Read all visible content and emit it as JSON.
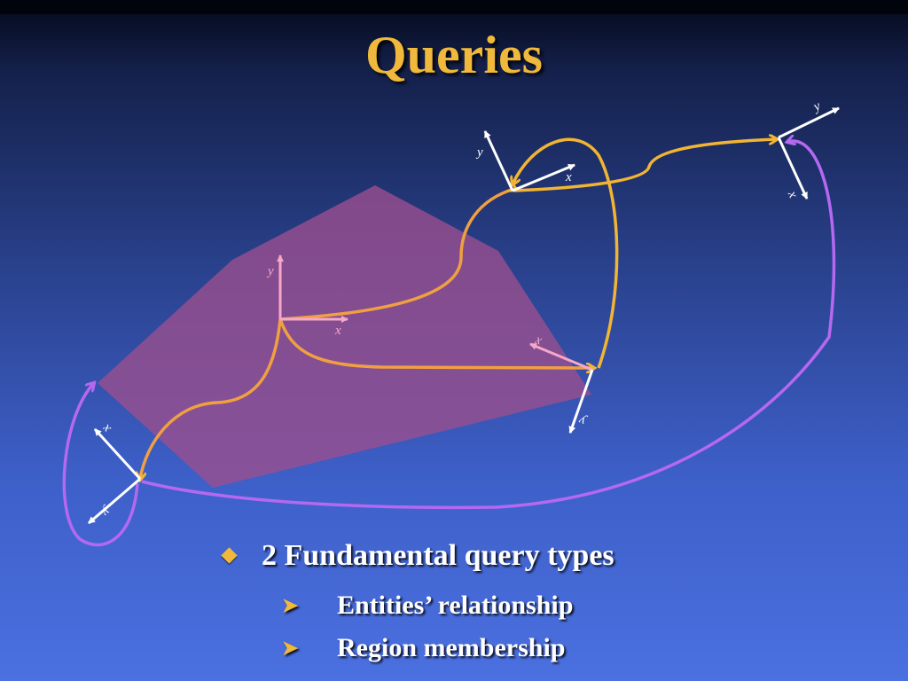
{
  "slide": {
    "title": "Queries"
  },
  "diagram": {
    "axis_labels": {
      "x": "x",
      "y": "y"
    },
    "colors": {
      "region_fill": "#9a4f8f",
      "orange_path": "#f0a040",
      "yellow_path": "#f2b533",
      "purple_path": "#b469f0",
      "frame_axes": "#ffffff",
      "center_axes": "#f7a8c8"
    }
  },
  "bullets": {
    "main": {
      "icon": "diamond-bullet-icon",
      "text": "2 Fundamental query types"
    },
    "sub": [
      {
        "icon": "arrowhead-bullet-icon",
        "text": "Entities’ relationship"
      },
      {
        "icon": "arrowhead-bullet-icon",
        "text": "Region membership"
      }
    ]
  }
}
